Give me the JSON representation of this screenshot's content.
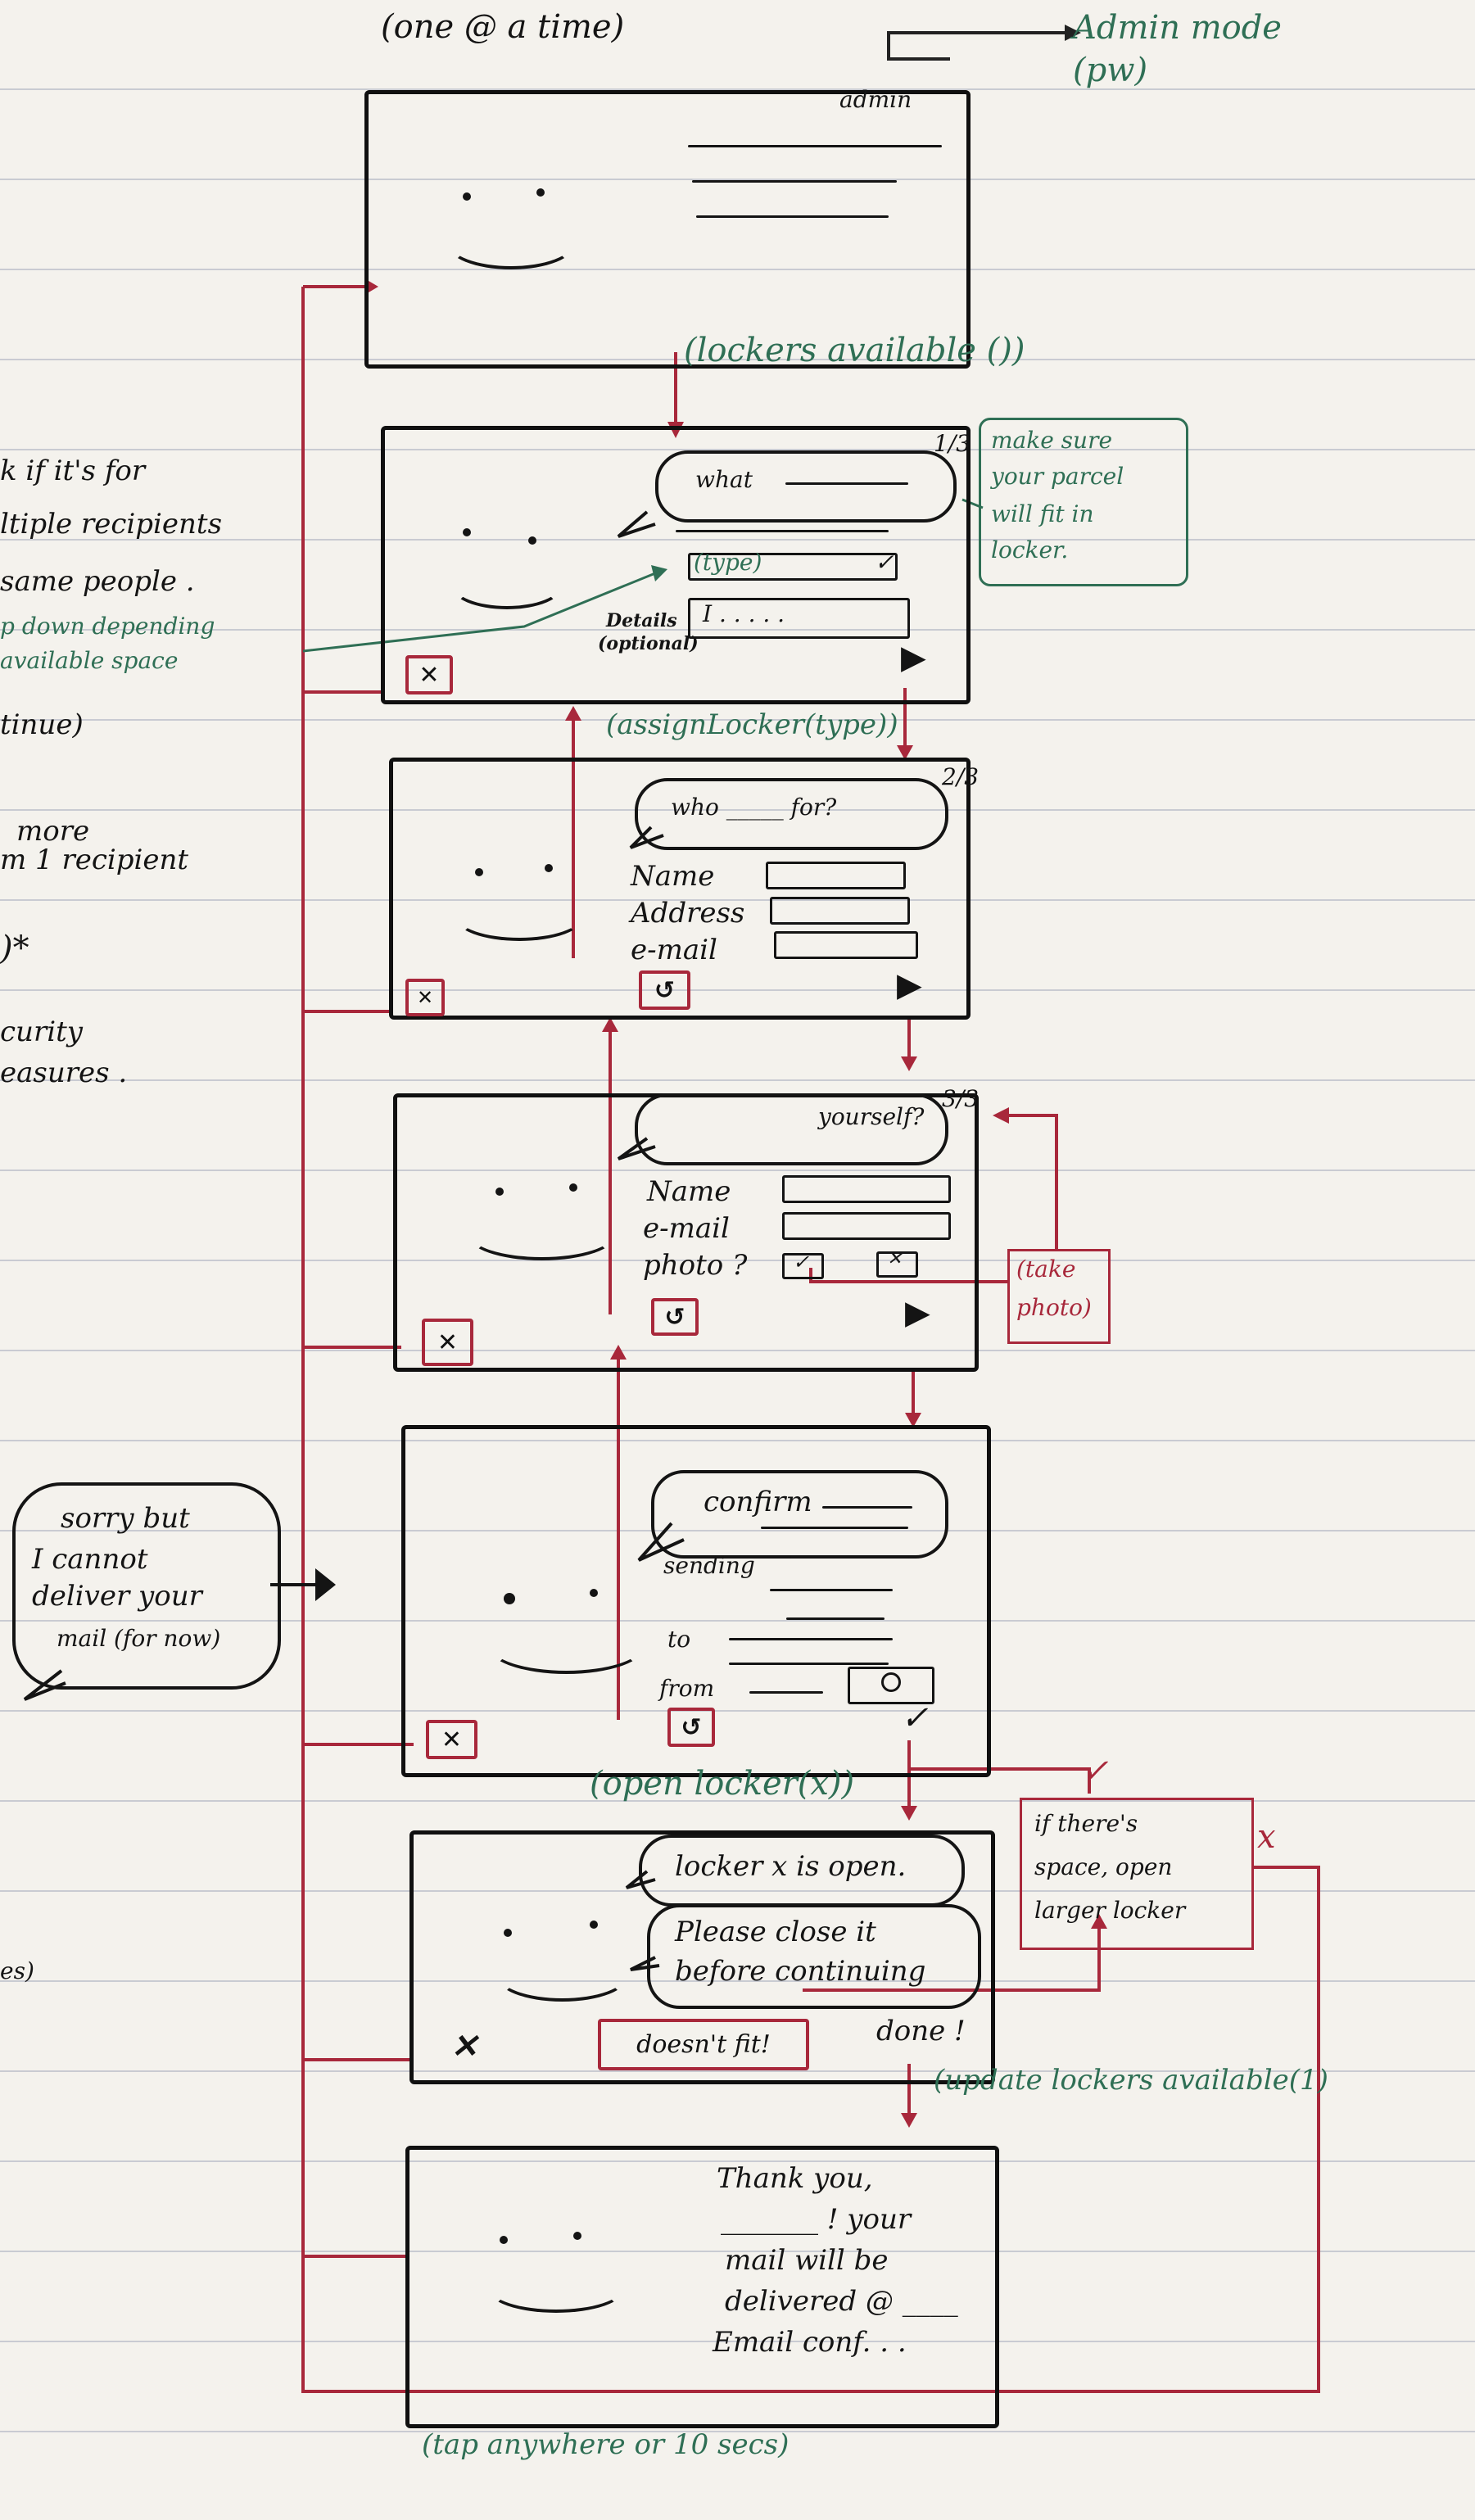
{
  "header": {
    "title": "(one @ a time)",
    "admin_label": "admin",
    "admin_mode": "Admin mode (pw)"
  },
  "left_notes": {
    "line1": "k if it's for",
    "line2": "ltiple recipients",
    "line3": "same people .",
    "line4": "p down depending",
    "line5": "available space",
    "line6": "tinue)",
    "line7": "more",
    "line8": "m 1 recipient",
    "line9": ")*",
    "line10": "curity",
    "line11": "easures .",
    "line12": "es)"
  },
  "transitions": {
    "lockers_available": "(lockers available ())",
    "assign_locker": "(assignLocker(type))",
    "open_locker": "(open locker(x))",
    "update_lockers": "(update lockers available(1)",
    "tap_anywhere": "(tap anywhere or 10 secs)"
  },
  "screen2": {
    "bubble": "what",
    "page": "1/3",
    "type_select": "(type)",
    "details_label1": "Details",
    "details_label2": "(optional)",
    "details_value": "I . . . . .",
    "note": [
      "make sure",
      "your parcel",
      "will fit in",
      "locker."
    ]
  },
  "screen3": {
    "bubble": "who _____ for?",
    "page": "2/3",
    "fields": [
      "Name",
      "Address",
      "e-mail"
    ]
  },
  "screen4": {
    "bubble": "yourself?",
    "page": "3/3",
    "fields": [
      "Name",
      "e-mail",
      "photo ?"
    ],
    "note": [
      "(take",
      "photo)"
    ]
  },
  "screen5": {
    "bubble": "confirm",
    "rows": [
      "sending",
      "to",
      "from"
    ]
  },
  "sorry_note": [
    "sorry but",
    "I cannot",
    "deliver your",
    "mail (for now)"
  ],
  "screen6": {
    "bubble1": "locker x is open.",
    "bubble2a": "Please close it",
    "bubble2b": "before continuing",
    "btn_doesnt_fit": "doesn't fit!",
    "btn_done": "done !",
    "note": [
      "if there's",
      "space, open",
      "larger locker"
    ],
    "check_mark": "✓",
    "x_mark": "x"
  },
  "screen7": {
    "text": [
      "Thank you,",
      "_______ ! your",
      "mail will be",
      "delivered @ ____",
      "Email conf. . ."
    ]
  },
  "icons": {
    "close": "✕",
    "back": "↺",
    "next": "▶",
    "check": "✓",
    "dropdown": "✓"
  }
}
